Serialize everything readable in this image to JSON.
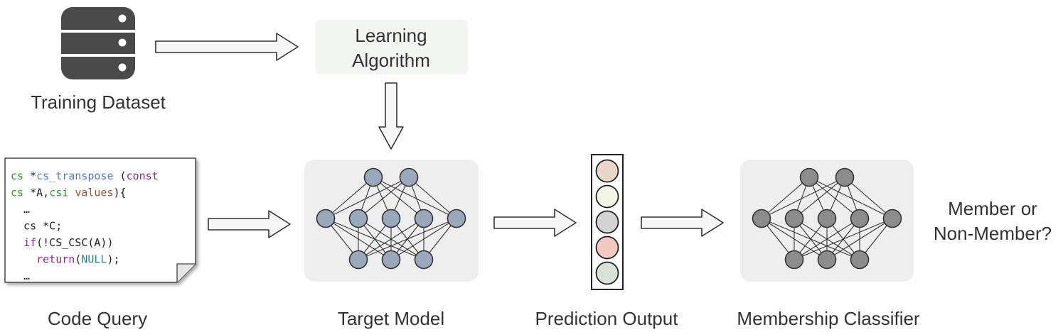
{
  "labels": {
    "training_dataset": "Training Dataset",
    "learning_algorithm_line1": "Learning",
    "learning_algorithm_line2": "Algorithm",
    "code_query": "Code Query",
    "target_model": "Target Model",
    "prediction_output": "Prediction Output",
    "membership_classifier": "Membership Classifier",
    "result_line1": "Member or",
    "result_line2": "Non-Member?"
  },
  "code_query": {
    "lines": [
      [
        {
          "t": "cs",
          "c": "type"
        },
        {
          "t": " *",
          "c": "plain"
        },
        {
          "t": "cs_transpose",
          "c": "func"
        },
        {
          "t": " (",
          "c": "plain"
        },
        {
          "t": "const",
          "c": "keyword"
        }
      ],
      [
        {
          "t": "cs",
          "c": "type"
        },
        {
          "t": " *A,",
          "c": "plain"
        },
        {
          "t": "csi",
          "c": "type"
        },
        {
          "t": " ",
          "c": "plain"
        },
        {
          "t": "values",
          "c": "param"
        },
        {
          "t": "){",
          "c": "plain"
        }
      ],
      [
        {
          "t": "  …",
          "c": "plain"
        }
      ],
      [
        {
          "t": "  cs *C;",
          "c": "plain"
        }
      ],
      [
        {
          "t": "  ",
          "c": "plain"
        },
        {
          "t": "if",
          "c": "keyword"
        },
        {
          "t": "(!CS_CSC(A))",
          "c": "plain"
        }
      ],
      [
        {
          "t": "    ",
          "c": "plain"
        },
        {
          "t": "return",
          "c": "keyword"
        },
        {
          "t": "(",
          "c": "plain"
        },
        {
          "t": "NULL",
          "c": "const"
        },
        {
          "t": ");",
          "c": "plain"
        }
      ],
      [
        {
          "t": "  …",
          "c": "plain"
        }
      ]
    ]
  },
  "prediction_output": {
    "cell_colors": [
      "#ead6c8",
      "#f3f5e6",
      "#d3d3d3",
      "#f1c9c1",
      "#d6e2d8"
    ]
  },
  "colors": {
    "target_model_node": "#9aa8bb",
    "classifier_node": "#8c8c8c",
    "code_type": "#2e9a2e",
    "code_func": "#5a78c0",
    "code_keyword": "#8a2a8a",
    "code_param": "#a0522d",
    "code_const": "#1a8a8a",
    "code_plain": "#222222"
  }
}
